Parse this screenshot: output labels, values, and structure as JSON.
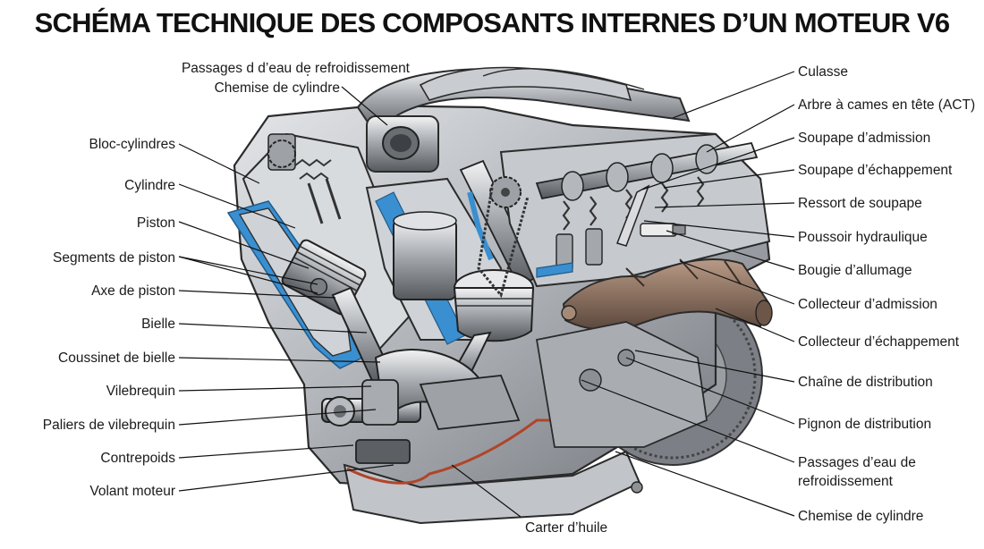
{
  "title": "SCHÉMA TECHNIQUE DES COMPOSANTS INTERNES D’UN MOTEUR V6",
  "labels_left": [
    "Passages d d’eau de refroidissement",
    "Chemise de cylindre",
    "Bloc-cylindres",
    "Cylindre",
    "Piston",
    "Segments de piston",
    "Axe de piston",
    "Bielle",
    "Coussinet de bielle",
    "Vilebrequin",
    "Paliers de vilebrequin",
    "Contrepoids",
    "Volant moteur"
  ],
  "labels_right": [
    "Culasse",
    "Arbre à cames en tête (ACT)",
    "Soupape d’admission",
    "Soupape d’échappement",
    "Ressort de soupape",
    "Poussoir hydraulique",
    "Bougie d’allumage",
    "Collecteur d’admission",
    "Collecteur d’échappement",
    "Chaîne de distribution",
    "Pignon de distribution",
    "Passages d’eau de refroidissement",
    "Chemise de cylindre"
  ],
  "label_bottom": "Carter d’huile",
  "colors": {
    "metal": "#b9bdc2",
    "metal_dark": "#6e7278",
    "coolant": "#3a8fd0",
    "exhaust_manifold": "#8a7060",
    "gasket": "#b0452a"
  }
}
